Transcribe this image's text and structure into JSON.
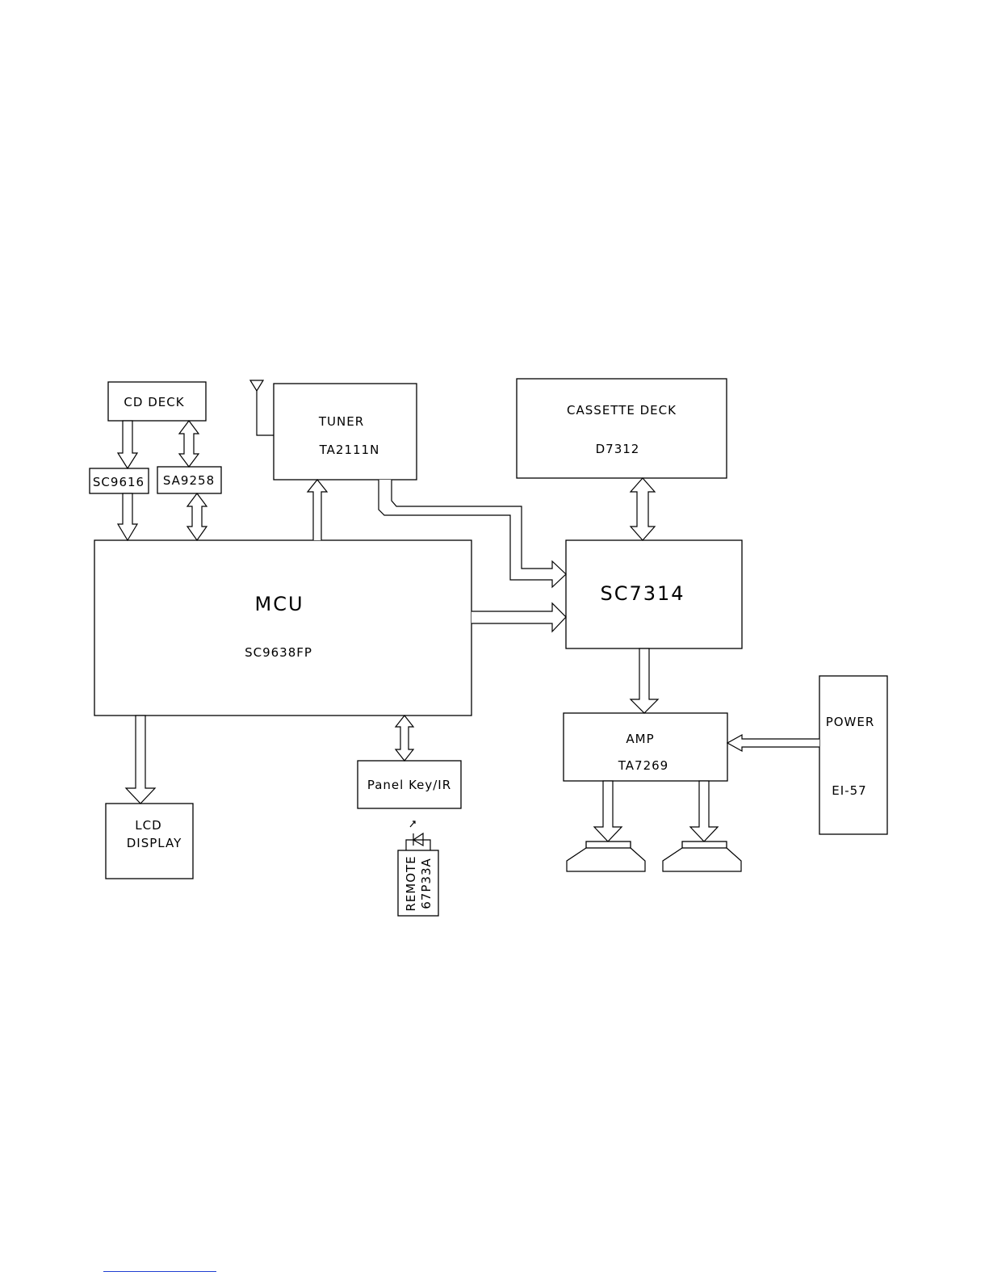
{
  "blocks": {
    "cd_deck": {
      "line1": "CD DECK"
    },
    "sc9616": {
      "line1": "SC9616"
    },
    "sa9258": {
      "line1": "SA9258"
    },
    "tuner": {
      "line1": "TUNER",
      "line2": "TA2111N"
    },
    "cassette": {
      "line1": "CASSETTE DECK",
      "line2": "D7312"
    },
    "mcu": {
      "line1": "MCU",
      "line2": "SC9638FP"
    },
    "sc7314": {
      "line1": "SC7314"
    },
    "amp": {
      "line1": "AMP",
      "line2": "TA7269"
    },
    "power": {
      "line1": "POWER",
      "line2": "EI-57"
    },
    "lcd": {
      "line1": "LCD",
      "line2": "DISPLAY"
    },
    "panel_key": {
      "line1": "Panel Key/IR"
    },
    "remote": {
      "line1": "REMOTE",
      "line2": "67P33A"
    }
  },
  "colors": {
    "line": "#000000",
    "background": "#ffffff",
    "link_underline": "#1f3fd1"
  }
}
